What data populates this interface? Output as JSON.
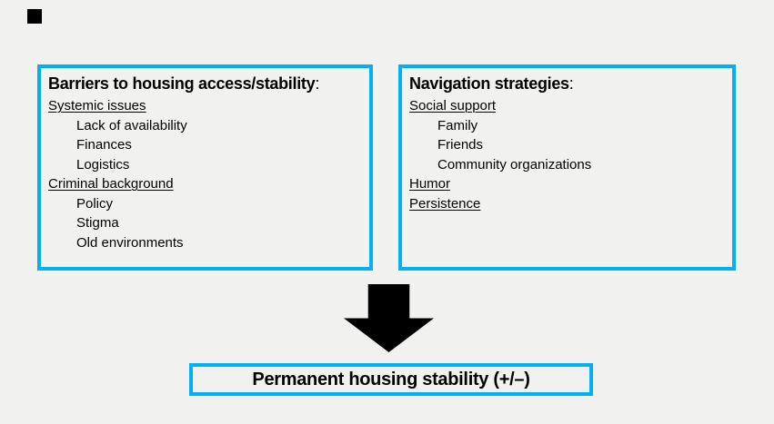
{
  "canvas": {
    "background": "#f1f1f0",
    "accent": "#00b0f0",
    "text_color": "#000000"
  },
  "decor": {
    "corner_marker_icon": "black-square-icon"
  },
  "left_box": {
    "title": "Barriers to housing access/stability",
    "colon": ":",
    "items": [
      {
        "label": "Systemic issues",
        "style": "header"
      },
      {
        "label": "Lack of availability",
        "style": "sub"
      },
      {
        "label": "Finances",
        "style": "sub"
      },
      {
        "label": "Logistics",
        "style": "sub"
      },
      {
        "label": "Criminal background",
        "style": "header"
      },
      {
        "label": "Policy",
        "style": "sub"
      },
      {
        "label": "Stigma",
        "style": "sub"
      },
      {
        "label": "Old environments",
        "style": "sub"
      }
    ]
  },
  "right_box": {
    "title": "Navigation strategies",
    "colon": ":",
    "items": [
      {
        "label": "Social support",
        "style": "header"
      },
      {
        "label": "Family",
        "style": "sub"
      },
      {
        "label": "Friends",
        "style": "sub"
      },
      {
        "label": "Community organizations",
        "style": "sub"
      },
      {
        "label": "Humor",
        "style": "header"
      },
      {
        "label": "Persistence",
        "style": "header"
      }
    ]
  },
  "arrow": {
    "icon": "down-arrow-icon",
    "color": "#000000"
  },
  "outcome_box": {
    "label": "Permanent housing stability (+/–)"
  }
}
